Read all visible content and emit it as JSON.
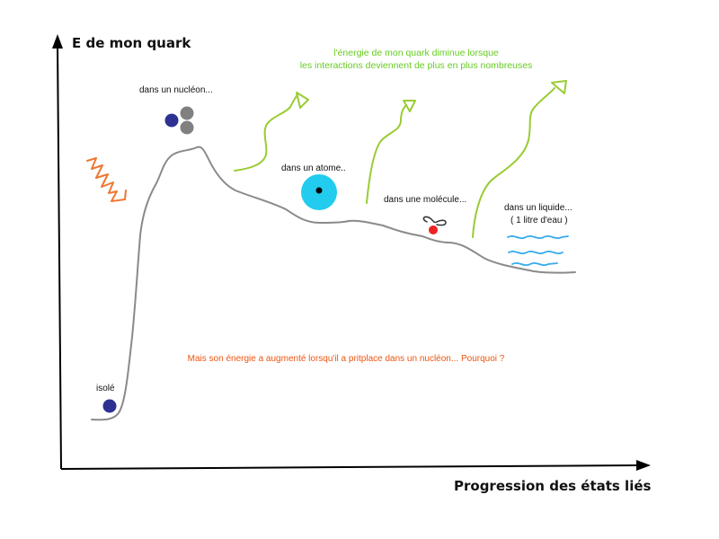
{
  "axes": {
    "y_label": "E de mon quark",
    "x_label": "Progression des états liés"
  },
  "stages": {
    "isolated": "isolé",
    "nucleon": "dans un nucléon...",
    "atom": "dans un atome..",
    "molecule": "dans une molécule...",
    "liquid": "dans un liquide...",
    "liquid_note": "( 1 litre d'eau )"
  },
  "notes": {
    "decrease_line1": "l'énergie de mon quark diminue lorsque",
    "decrease_line2": "les interactions deviennent de plus en plus nombreuses",
    "question": "Mais son énergie a augmenté lorsqu'il a pritplace dans un nucléon... Pourquoi ?"
  },
  "colors": {
    "curve": "#8a8a8a",
    "quark": "#2e3192",
    "other_quarks": "#808080",
    "atom": "#22ccee",
    "molecule": "#ee2222",
    "water": "#33aaee",
    "energy_out": "#99cc33",
    "energy_in": "#ee7733",
    "note_green": "#66cc22",
    "note_orange": "#ee5511"
  },
  "icons": {
    "atom": "atom-icon",
    "molecule": "molecule-icon",
    "water": "water-waves-icon",
    "energy_in": "energy-input-zigzag-icon",
    "energy_out": "energy-release-arrow-icon"
  }
}
